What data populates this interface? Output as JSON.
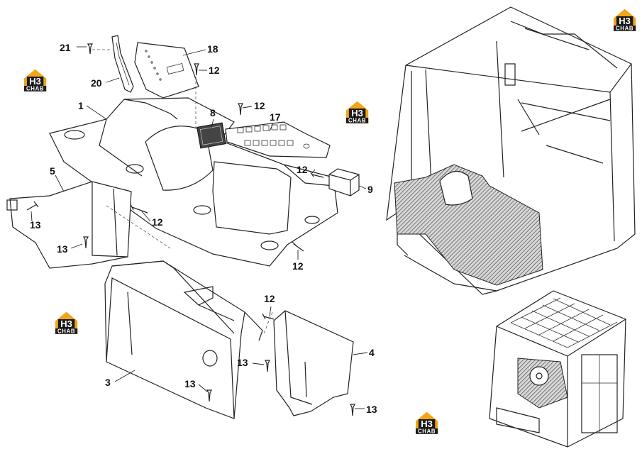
{
  "colors": {
    "logo_orange": "#f2a516",
    "logo_dark": "#1a1a1a",
    "line": "#222222"
  },
  "logo": {
    "mark": "H3",
    "word": "CHAB"
  },
  "callouts": {
    "c1": "1",
    "c3": "3",
    "c4": "4",
    "c5": "5",
    "c8": "8",
    "c9": "9",
    "c12a": "12",
    "c12b": "12",
    "c12c": "12",
    "c12d": "12",
    "c12e": "12",
    "c12f": "12",
    "c13a": "13",
    "c13b": "13",
    "c13c": "13",
    "c13d": "13",
    "c13e": "13",
    "c17": "17",
    "c18": "18",
    "c20": "20",
    "c21": "21"
  }
}
